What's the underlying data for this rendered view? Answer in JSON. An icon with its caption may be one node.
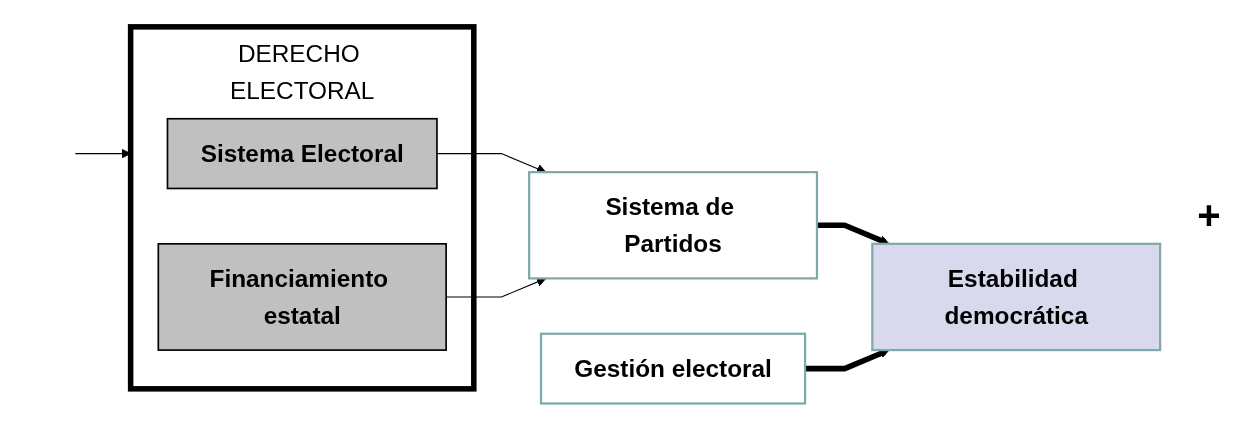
{
  "diagram": {
    "nodes": [
      {
        "text": [
          "DERECHO ELECTORAL"
        ]
      },
      {
        "text": [
          "Sistema Electoral"
        ],
        "in": 0
      },
      {
        "text": [
          "Financiamiento estatal"
        ],
        "in": 0
      },
      {
        "text": [
          "Sistema de Partidos"
        ]
      },
      {
        "text": [
          "Gestión electoral"
        ]
      },
      {
        "text": [
          "Estabilidad democrática"
        ]
      }
    ],
    "edges": [
      {
        "from": 1,
        "to": 3,
        "arrow": "to"
      },
      {
        "from": 2,
        "to": 3,
        "arrow": "to"
      },
      {
        "from": 3,
        "to": 5,
        "arrow": "to",
        "style": "thick"
      },
      {
        "from": 4,
        "to": 5,
        "arrow": "to",
        "style": "thick"
      },
      {
        "from": null,
        "to": 0,
        "arrow": "to"
      }
    ],
    "labels": [
      "+"
    ]
  }
}
